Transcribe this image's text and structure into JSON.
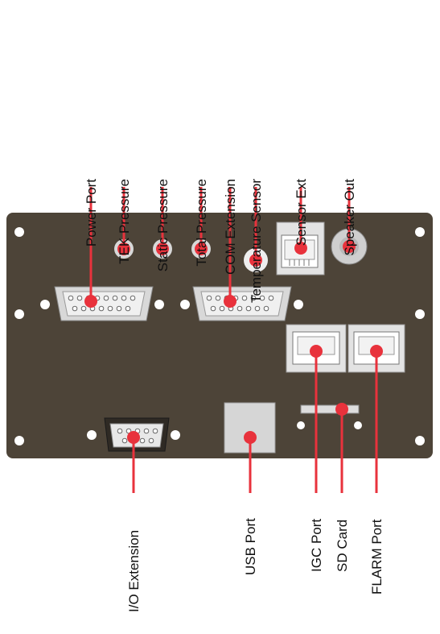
{
  "labels": {
    "power_port": "Power Port",
    "tek_pressure": "TEK Pressure",
    "static_pressure": "Static Pressure",
    "total_pressure": "Total Pressure",
    "com_extension": "COM Extension",
    "temperature_sensor": "Temperature Sensor",
    "sensor_ext": "Sensor Ext",
    "speaker_out": "Speaker Out",
    "io_extension": "I/O Extension",
    "usb_port": "USB Port",
    "igc_port": "IGC Port",
    "sd_card": "SD Card",
    "flarm_port": "FLARM Port"
  },
  "colors": {
    "panel": "#4d4438",
    "pointer": "#e8323c",
    "connector": "#d8d8d8",
    "hole": "#ffffff"
  }
}
